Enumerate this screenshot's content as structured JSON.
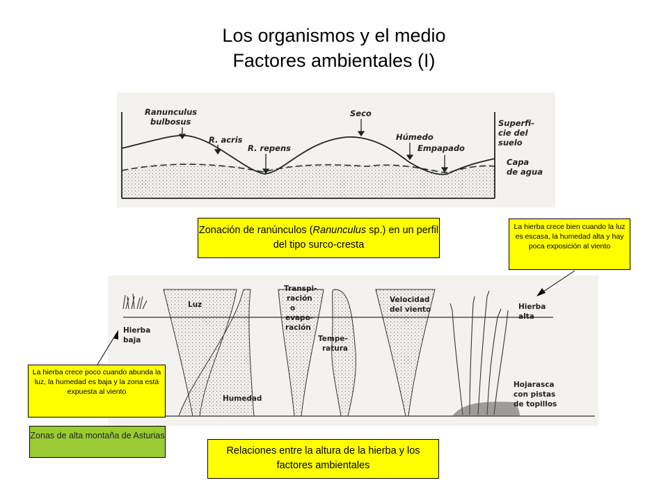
{
  "title": {
    "line1": "Los organismos y el medio",
    "line2": "Factores ambientales (I)"
  },
  "figure1": {
    "labels": {
      "ranunculus": "Ranunculus",
      "bulbosus": "bulbosus",
      "r_acris": "R. acris",
      "r_repens": "R. repens",
      "seco": "Seco",
      "humedo": "Húmedo",
      "empapado": "Empapado",
      "superficie_1": "Superfi-",
      "superficie_2": "cie del",
      "superficie_3": "suelo",
      "capa_1": "Capa",
      "capa_2": "de agua"
    }
  },
  "caption1": {
    "part1": "Zonación de ranúnculos (",
    "italic": "Ranunculus",
    "part2": "sp.) en un perfil del tipo surco-cresta"
  },
  "figure2": {
    "labels": {
      "luz": "Luz",
      "transp_1": "Transpi-",
      "transp_2": "ración",
      "transp_3": "o",
      "transp_4": "evapo-",
      "transp_5": "ración",
      "temp_1": "Tempe-",
      "temp_2": "ratura",
      "vel_1": "Velocidad",
      "vel_2": "del viento",
      "hierba_baja_1": "Hierba",
      "hierba_baja_2": "baja",
      "hierba_alta_1": "Hierba",
      "hierba_alta_2": "alta",
      "humedad": "Humedad",
      "hojarasca_1": "Hojarasca",
      "hojarasca_2": "con pistas",
      "hojarasca_3": "de topillos"
    }
  },
  "note_right": "La hierba crece bien cuando la luz es escasa, la humedad alta y hay poca exposición al viento",
  "note_left": "La hierba crece poco cuando abunda la luz, la humedad es baja y la zona está expuesta al viento",
  "region_label": "Zonas de alta montaña de Asturias",
  "caption2": "Relaciones entre la altura de la hierba y los factores ambientales",
  "colors": {
    "note_fill": "#ffff00",
    "region_fill": "#99cc33"
  }
}
